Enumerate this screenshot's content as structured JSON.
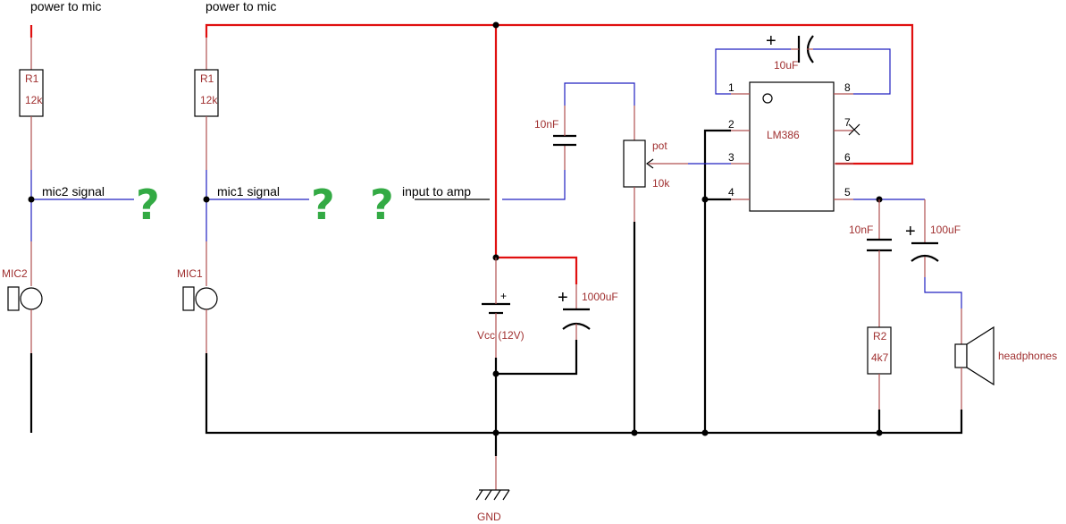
{
  "labels": {
    "power_to_mic_left": "power to mic",
    "power_to_mic_right": "power to mic",
    "mic2_signal": "mic2 signal",
    "mic1_signal": "mic1 signal",
    "input_to_amp": "input to amp",
    "question_mark": "?"
  },
  "components": {
    "r1_left": {
      "ref": "R1",
      "value": "12k"
    },
    "r1_right": {
      "ref": "R1",
      "value": "12k"
    },
    "mic2": {
      "ref": "MIC2"
    },
    "mic1": {
      "ref": "MIC1"
    },
    "c_input": {
      "value": "10nF"
    },
    "pot": {
      "ref": "pot",
      "value": "10k"
    },
    "c_gain": {
      "value": "10uF"
    },
    "ic": {
      "ref": "LM386",
      "pins": [
        "1",
        "2",
        "3",
        "4",
        "5",
        "6",
        "7",
        "8"
      ]
    },
    "c_psu": {
      "value": "1000uF"
    },
    "battery": {
      "value": "Vcc (12V)"
    },
    "c_zobel": {
      "value": "10nF"
    },
    "r2": {
      "ref": "R2",
      "value": "4k7"
    },
    "c_out": {
      "value": "100uF"
    },
    "speaker": {
      "ref": "headphones"
    },
    "ground": {
      "ref": "GND"
    }
  },
  "polarity_mark": "+",
  "colors": {
    "power_wire": "#e01010",
    "ground_wire": "#000000",
    "signal_wire": "#2020c0",
    "component_lead": "#b05050",
    "component_label": "#a03030",
    "question_mark": "#33aa44"
  }
}
